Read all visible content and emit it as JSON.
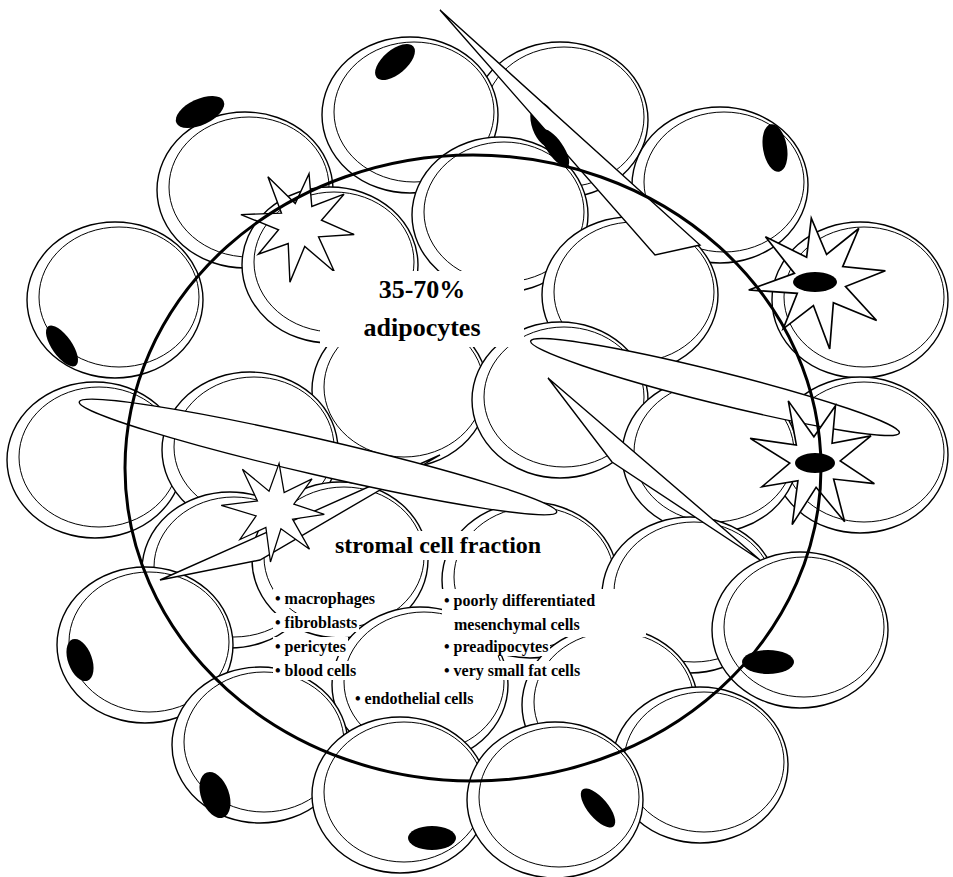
{
  "diagram": {
    "nodes": [
      {
        "text": [
          "35-70% adipocytes",
          "stromal cell fraction",
          "• macrophages",
          "• fibroblasts",
          "• pericytes",
          "• blood cells",
          "• poorly differentiated mesenchymal cells",
          "• preadipocytes",
          "• very small fat cells",
          "• endothelial cells"
        ]
      }
    ]
  }
}
